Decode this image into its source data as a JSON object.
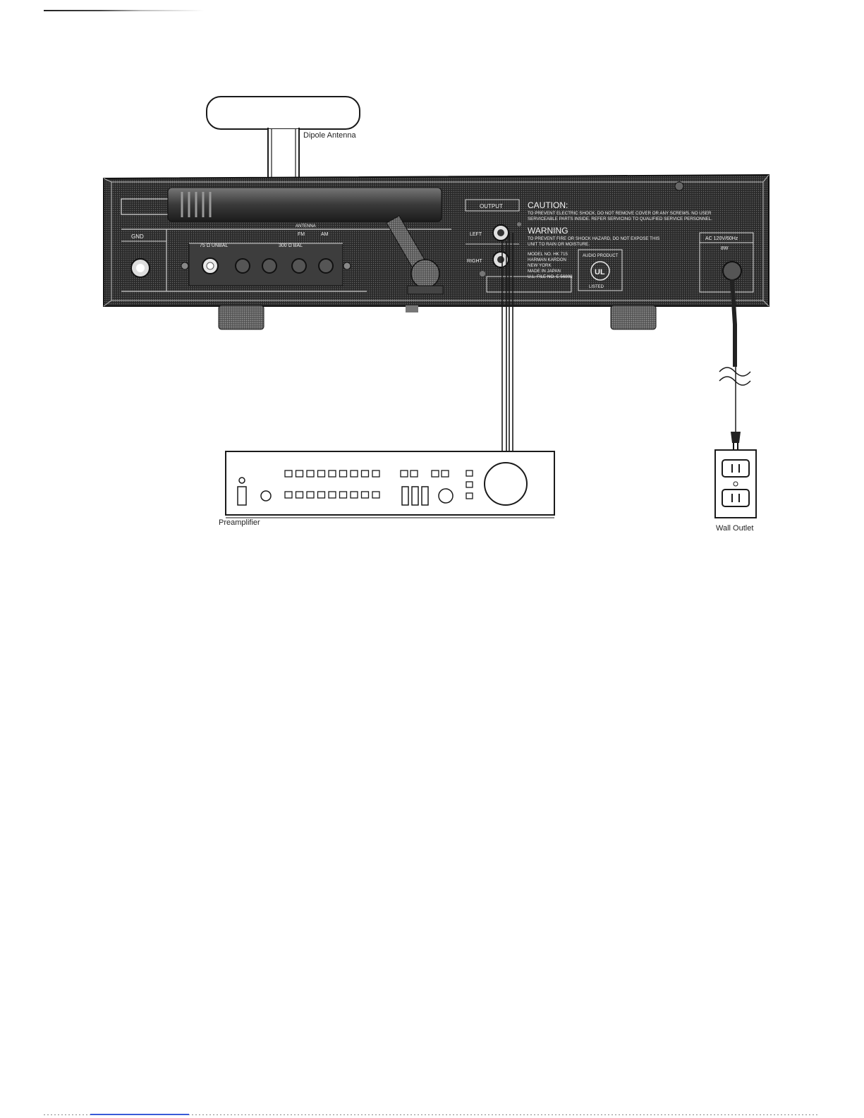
{
  "labels": {
    "dipole_antenna": "Dipole Antenna",
    "preamplifier": "Preamplifier",
    "wall_outlet": "Wall Outlet"
  },
  "rear_panel": {
    "gnd": "GND",
    "unbal": "75 Ω UNBAL",
    "bal": "300 Ω BAL",
    "fm": "FM",
    "am": "AM",
    "antenna": "ANTENNA",
    "output": "OUTPUT",
    "left": "LEFT",
    "right": "RIGHT",
    "caution_title": "CAUTION:",
    "caution_line1": "TO PREVENT ELECTRIC SHOCK, DO NOT REMOVE COVER OR ANY SCREWS. NO USER",
    "caution_line2": "SERVICEABLE PARTS INSIDE. REFER SERVICING TO QUALIFIED SERVICE PERSONNEL.",
    "warning_title": "WARNING",
    "warning_line1": "TO PREVENT FIRE OR SHOCK HAZARD, DO NOT EXPOSE THIS",
    "warning_line2": "UNIT TO RAIN OR MOISTURE.",
    "model_line1": "MODEL NO. HK 715",
    "model_line2": "HARMAN KARDON",
    "model_line3": "NEW YORK",
    "model_line4": "MADE IN JAPAN",
    "model_line5": "U.L. FILE NO. E 56808",
    "audio_product": "AUDIO PRODUCT",
    "ul_mark": "UL",
    "listed": "LISTED",
    "ac_line1": "AC 120V/60Hz",
    "ac_line2": "8W"
  },
  "colors": {
    "panel": "#2b2b2b",
    "panel_light": "#5a5a5a",
    "line": "#1a1a1a",
    "paper": "#ffffff"
  }
}
